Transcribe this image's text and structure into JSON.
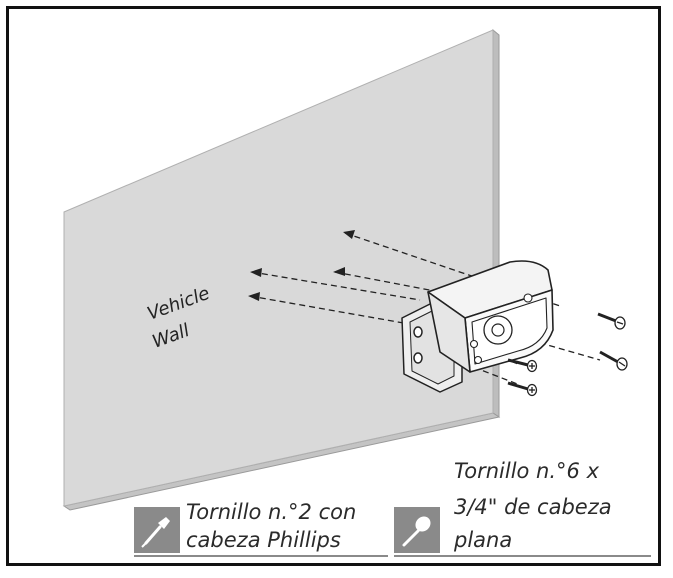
{
  "wall": {
    "label_line1": "Vehicle",
    "label_line2": "Wall",
    "fill_color": "#d9d9d9",
    "edge_color": "#bdbdbd"
  },
  "legend": {
    "screw_2": {
      "icon": "phillips-screwdriver-icon",
      "line1": "Tornillo n.°2 con",
      "line2": "cabeza Phillips"
    },
    "screw_6": {
      "icon": "flat-head-screw-icon",
      "line1": "Tornillo n.°6 x",
      "line2": "3/4\" de cabeza",
      "line3": "plana"
    }
  },
  "colors": {
    "frame": "#111111",
    "icon_bg": "#8a8a8a",
    "text": "#2b2b2b"
  }
}
